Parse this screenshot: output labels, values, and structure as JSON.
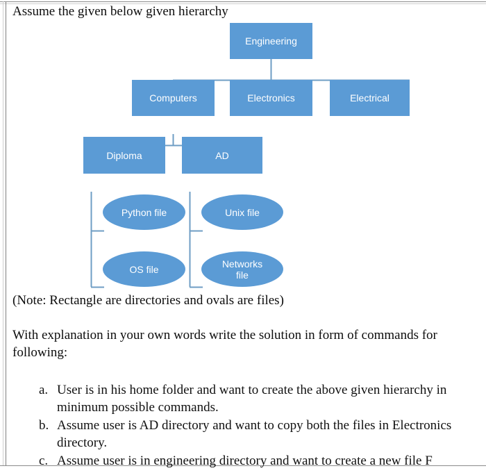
{
  "document": {
    "intro": "Assume the given below given hierarchy",
    "note": "(Note: Rectangle are directories and ovals are files)",
    "instruction": "With explanation in your own words write the solution in form of commands for following:",
    "tasks": [
      {
        "marker": "a.",
        "text": "User is in his home folder and want to create the above given hierarchy in minimum possible commands."
      },
      {
        "marker": "b.",
        "text": "Assume user is AD directory and want to copy both the files in Electronics directory."
      },
      {
        "marker": "c.",
        "text": "Assume user is in engineering directory and want to create a new file F"
      }
    ]
  },
  "diagram": {
    "shape_fill": "#5b9bd5",
    "connector_color": "#6f9ec4",
    "label_color": "#ffffff",
    "nodes": {
      "engineering": {
        "label": "Engineering",
        "shape": "rectangle",
        "kind": "directory"
      },
      "computers": {
        "label": "Computers",
        "shape": "rectangle",
        "kind": "directory"
      },
      "electronics": {
        "label": "Electronics",
        "shape": "rectangle",
        "kind": "directory"
      },
      "electrical": {
        "label": "Electrical",
        "shape": "rectangle",
        "kind": "directory"
      },
      "diploma": {
        "label": "Diploma",
        "shape": "rectangle",
        "kind": "directory"
      },
      "ad": {
        "label": "AD",
        "shape": "rectangle",
        "kind": "directory"
      },
      "python_file": {
        "label": "Python file",
        "shape": "oval",
        "kind": "file"
      },
      "unix_file": {
        "label": "Unix file",
        "shape": "oval",
        "kind": "file"
      },
      "os_file": {
        "label": "OS file",
        "shape": "oval",
        "kind": "file"
      },
      "networks_file": {
        "label": "Networks file",
        "shape": "oval",
        "kind": "file"
      }
    }
  }
}
